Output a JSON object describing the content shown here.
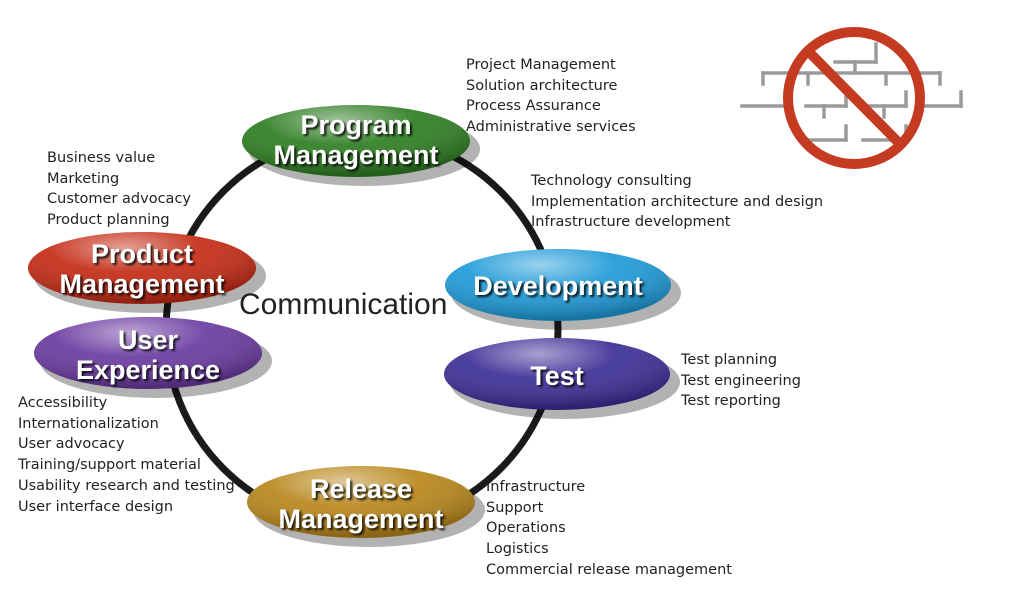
{
  "center_label": "Communication",
  "colors": {
    "ring": "#1a1a1a",
    "program": "#2e7d22",
    "development": "#1e9ad8",
    "test": "#3c2e96",
    "release": "#b8861a",
    "user_experience": "#6a3aa0",
    "product": "#c42a14",
    "prohibit": "#c43b22",
    "org_chart": "#9a9a9a"
  },
  "icon": "no-org-chart-icon",
  "roles": [
    {
      "id": "program",
      "title_lines": [
        "Program",
        "Management"
      ],
      "color_key": "program",
      "notes": [
        "Project Management",
        "Solution architecture",
        "Process Assurance",
        "Administrative services"
      ]
    },
    {
      "id": "development",
      "title_lines": [
        "Development"
      ],
      "color_key": "development",
      "notes": [
        "Technology consulting",
        "Implementation architecture and design",
        "Infrastructure development"
      ]
    },
    {
      "id": "test",
      "title_lines": [
        "Test"
      ],
      "color_key": "test",
      "notes": [
        "Test planning",
        "Test engineering",
        "Test reporting"
      ]
    },
    {
      "id": "release",
      "title_lines": [
        "Release",
        "Management"
      ],
      "color_key": "release",
      "notes": [
        "Infrastructure",
        "Support",
        "Operations",
        "Logistics",
        "Commercial release management"
      ]
    },
    {
      "id": "user-experience",
      "title_lines": [
        "User",
        "Experience"
      ],
      "color_key": "user_experience",
      "notes": [
        "Accessibility",
        "Internationalization",
        "User advocacy",
        "Training/support material",
        "Usability research and testing",
        "User interface design"
      ]
    },
    {
      "id": "product",
      "title_lines": [
        "Product",
        "Management"
      ],
      "color_key": "product",
      "notes": [
        "Business value",
        "Marketing",
        "Customer advocacy",
        "Product planning"
      ]
    }
  ]
}
